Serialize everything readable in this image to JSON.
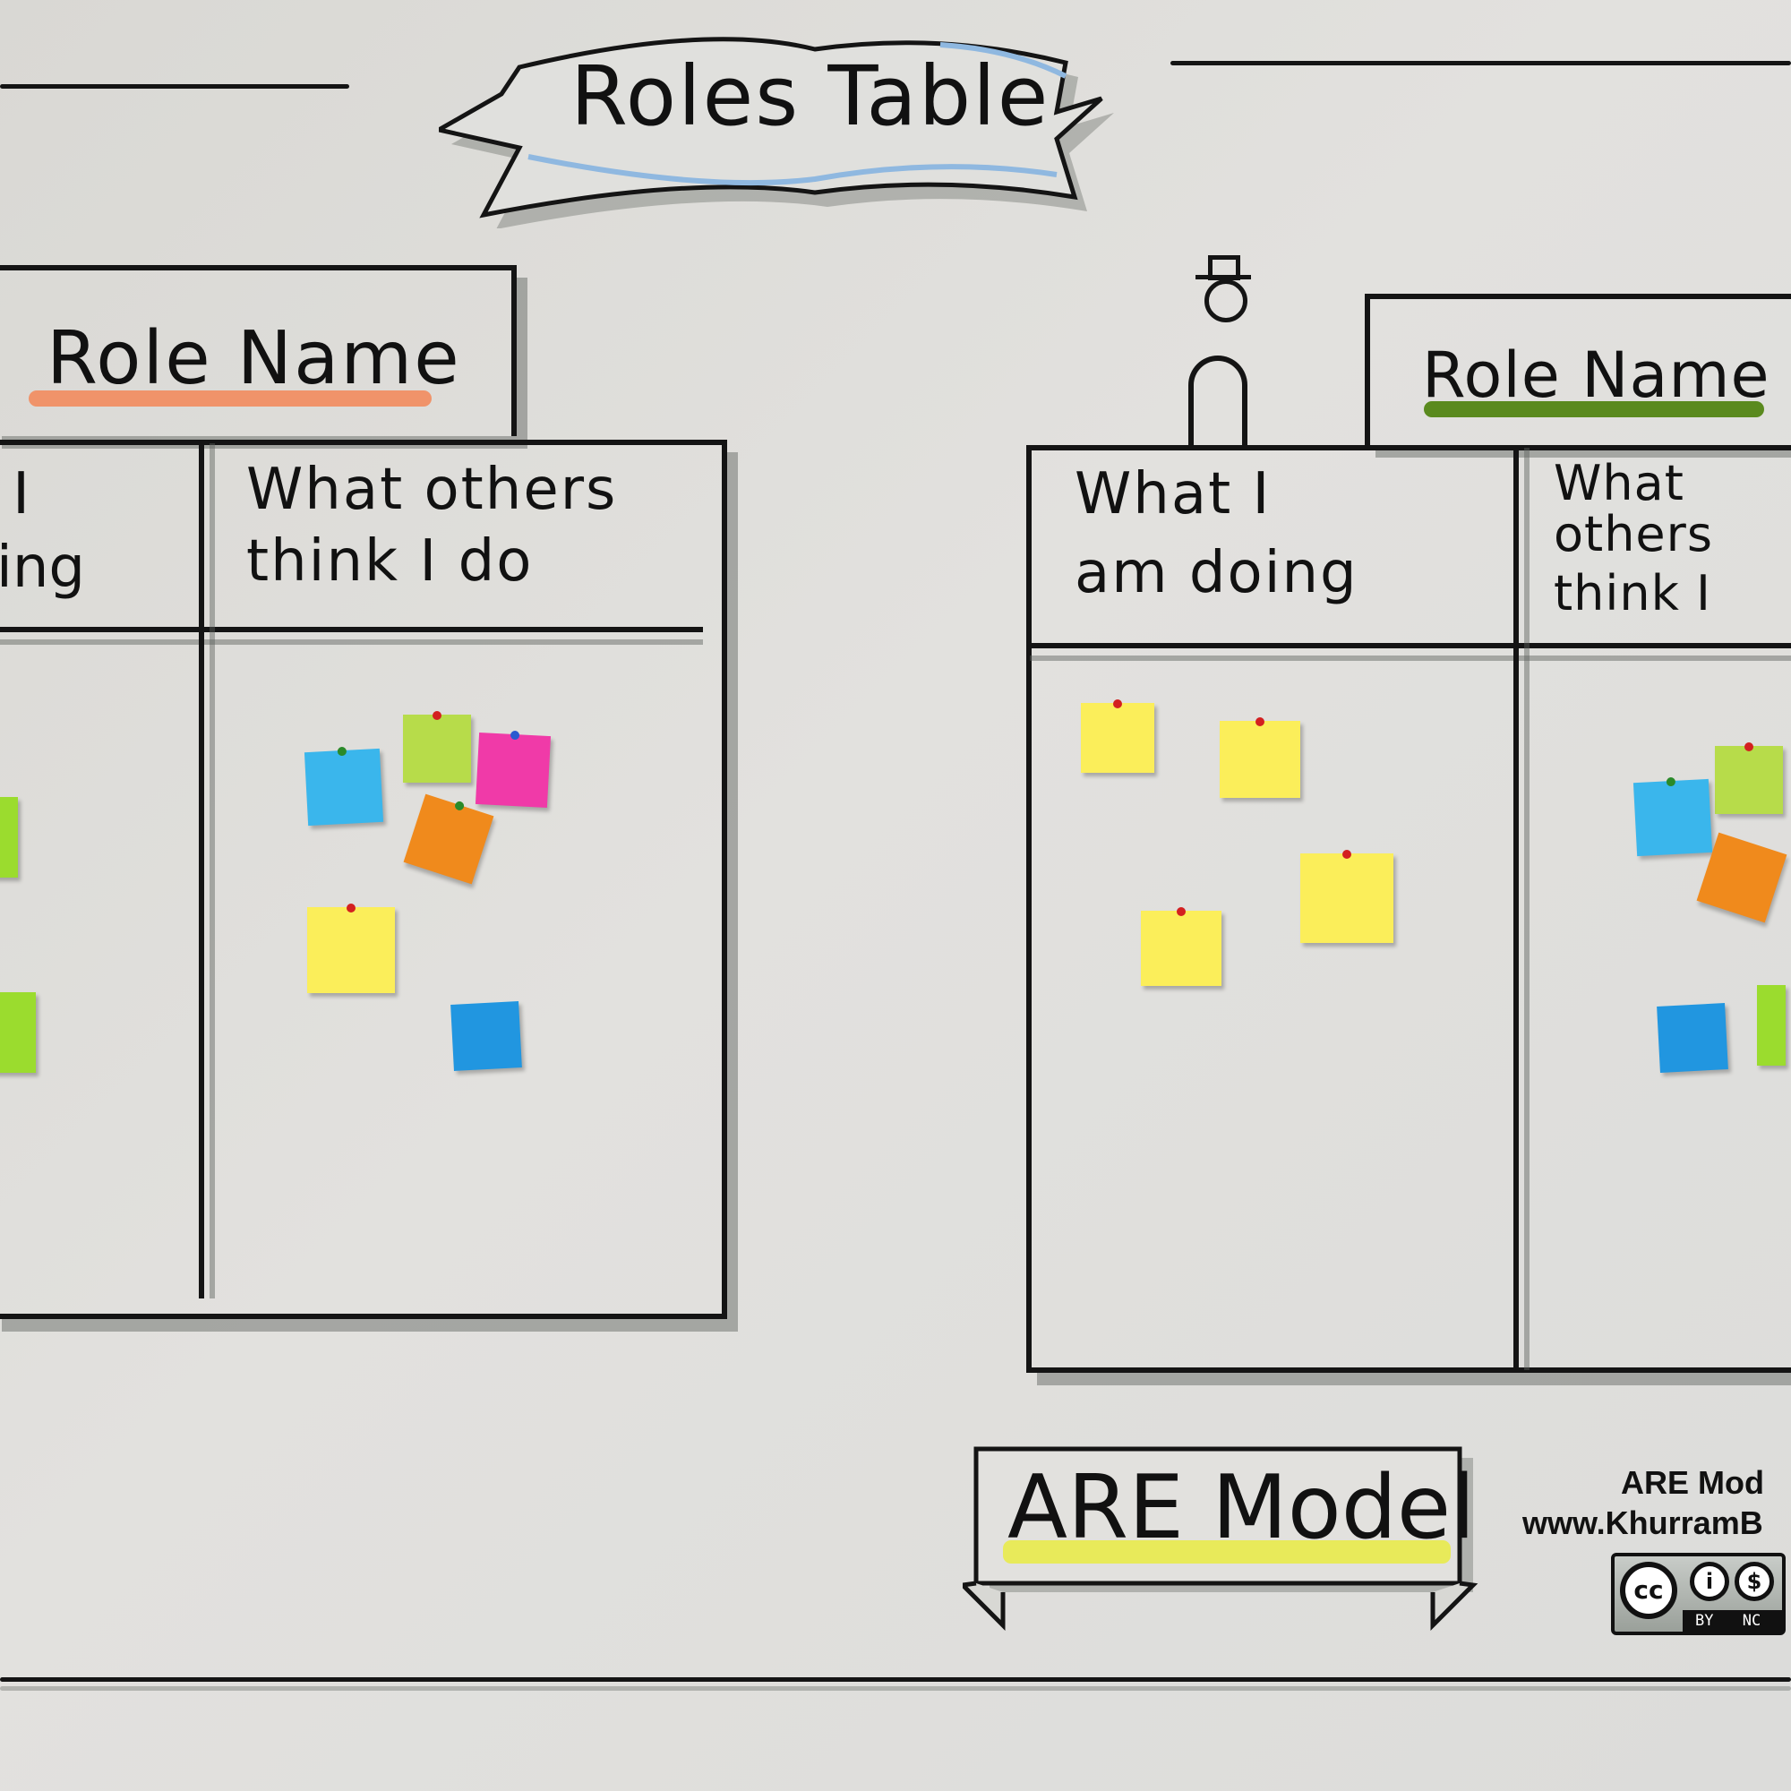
{
  "title": "Roles Table",
  "left_table": {
    "role_name": "Role Name",
    "col1_header": [
      "I",
      "ing"
    ],
    "col2_header": [
      "What others",
      "think I do"
    ]
  },
  "right_table": {
    "role_name": "Role Name",
    "col1_header": [
      "What I",
      "am doing"
    ],
    "col2_header": [
      "What others",
      "think I"
    ]
  },
  "footer_banner": "ARE Model",
  "attribution": {
    "line1": "ARE Mod",
    "line2": "www.KhurramB",
    "license_badge": [
      "cc",
      "BY",
      "NC"
    ]
  },
  "colors": {
    "title_ribbon": "#8fb8e0",
    "left_role_highlight": "#f0936a",
    "right_role_highlight": "#5a8a1e",
    "banner_highlight": "#e8ea5a",
    "sticky_yellow": "#fbee5a",
    "sticky_blue": "#3ab6ec",
    "sticky_green": "#b7dc4a",
    "sticky_pink": "#f03aa8",
    "sticky_orange": "#f08a1c"
  }
}
